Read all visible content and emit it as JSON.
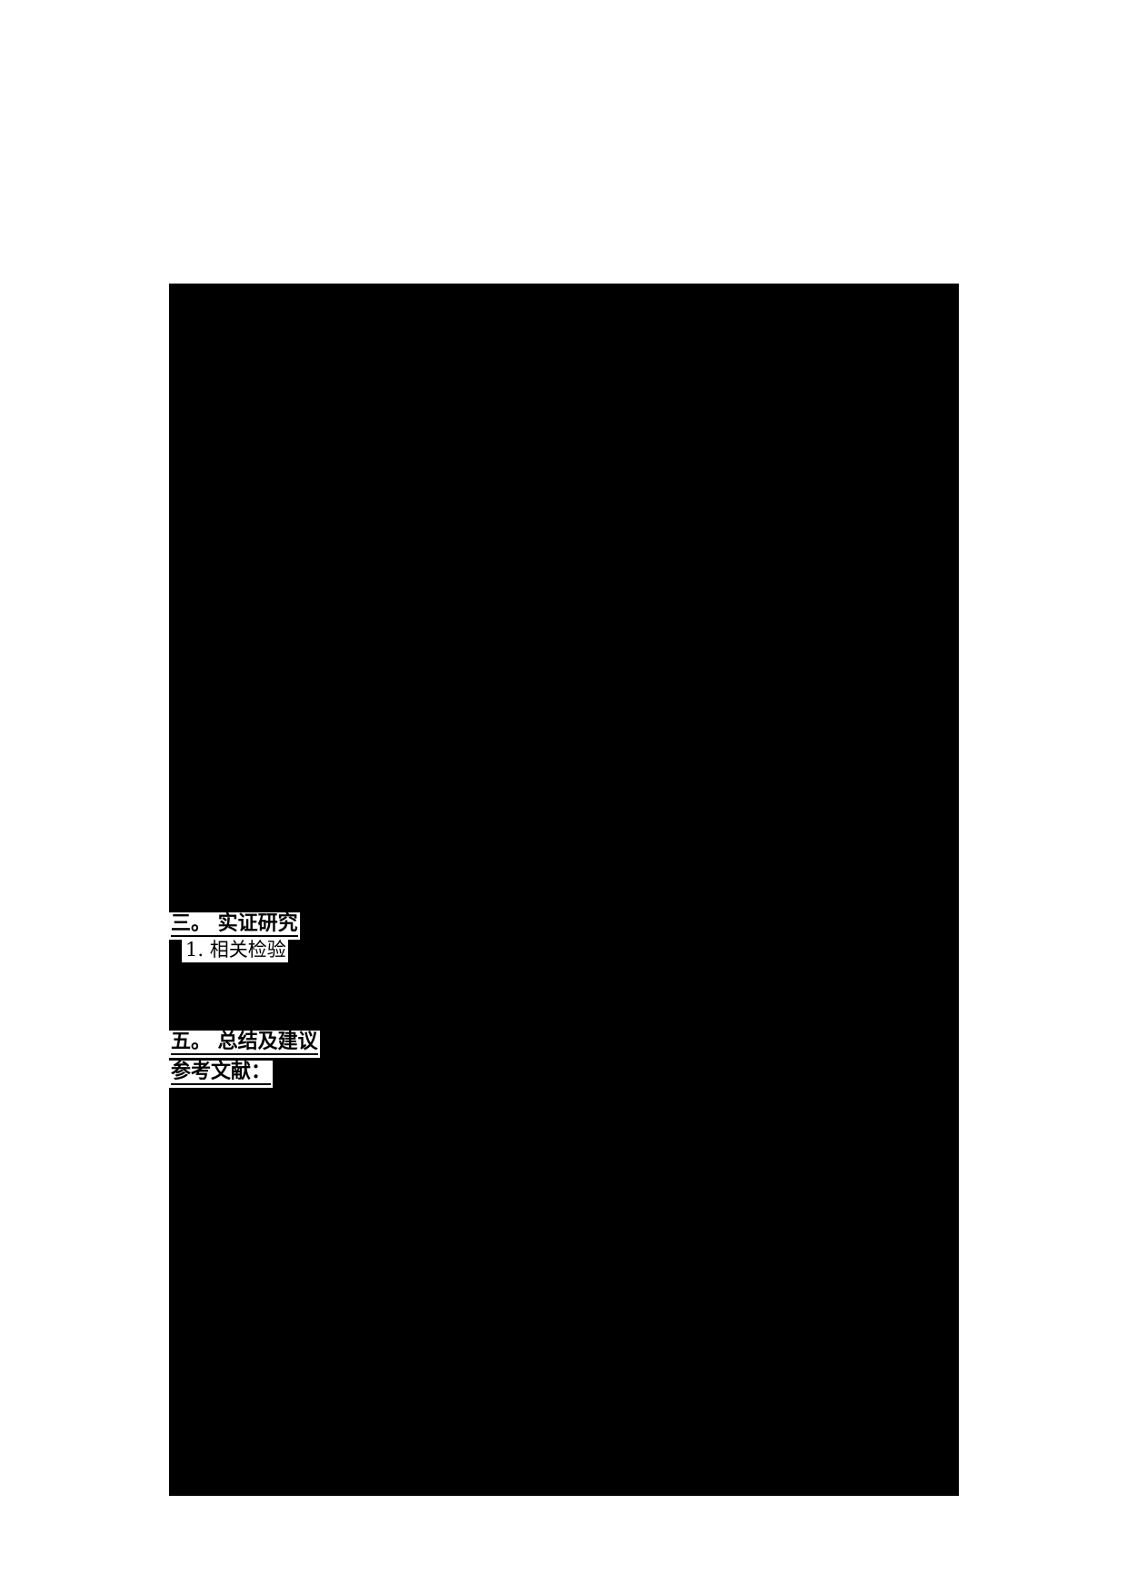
{
  "document": {
    "page_background": "#ffffff",
    "redaction_color": "#000000",
    "highlight_color": "#ffffff",
    "text_color": "#000000"
  },
  "content": {
    "sections": [
      {
        "id": "section-three",
        "label": "三。 实证研究",
        "level": "heading"
      },
      {
        "id": "subsection-one",
        "label": "1. 相关检验",
        "level": "subheading"
      },
      {
        "id": "section-five",
        "label": "五。  总结及建议",
        "level": "heading"
      },
      {
        "id": "references",
        "label": "参考文献：",
        "level": "heading"
      }
    ]
  }
}
